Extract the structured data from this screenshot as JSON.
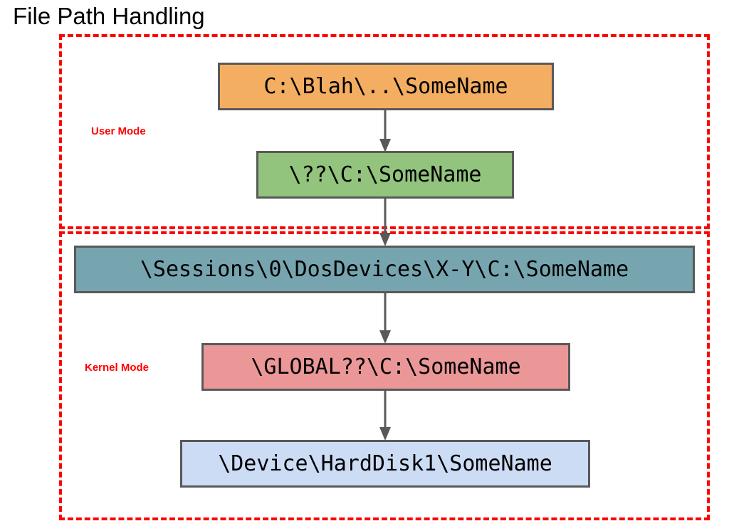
{
  "title": "File Path Handling",
  "colors": {
    "region_border": "#ff0000",
    "mode_label": "#ff0000",
    "box_border": "#595959",
    "arrow": "#595959",
    "user_mode_path": "#F4AE62",
    "nt_path": "#92C47D",
    "session_path": "#76A5AF",
    "global_path": "#EB9798",
    "device_path": "#CCDCF5",
    "title_text": "#000000",
    "box_text": "#000000",
    "background": "#ffffff"
  },
  "regions": [
    {
      "id": "user-mode",
      "label": "User Mode"
    },
    {
      "id": "kernel-mode",
      "label": "Kernel Mode"
    }
  ],
  "nodes": [
    {
      "id": "usermode-path",
      "text": "C:\\Blah\\..\\SomeName",
      "fill": "#F4AE62",
      "region": "user-mode"
    },
    {
      "id": "nt-path",
      "text": "\\??\\C:\\SomeName",
      "fill": "#92C47D",
      "region": "user-mode"
    },
    {
      "id": "session-path",
      "text": "\\Sessions\\0\\DosDevices\\X-Y\\C:\\SomeName",
      "fill": "#76A5AF",
      "region": "kernel-mode"
    },
    {
      "id": "global-path",
      "text": "\\GLOBAL??\\C:\\SomeName",
      "fill": "#EB9798",
      "region": "kernel-mode"
    },
    {
      "id": "device-path",
      "text": "\\Device\\HardDisk1\\SomeName",
      "fill": "#CCDCF5",
      "region": "kernel-mode"
    }
  ],
  "edges": [
    {
      "id": "edge-1",
      "from": "usermode-path",
      "to": "nt-path",
      "style": "solid-arrow-down"
    },
    {
      "id": "edge-2",
      "from": "nt-path",
      "to": "session-path",
      "style": "solid-arrow-down"
    },
    {
      "id": "edge-3",
      "from": "session-path",
      "to": "global-path",
      "style": "solid-arrow-down"
    },
    {
      "id": "edge-4",
      "from": "global-path",
      "to": "device-path",
      "style": "solid-arrow-down"
    }
  ]
}
